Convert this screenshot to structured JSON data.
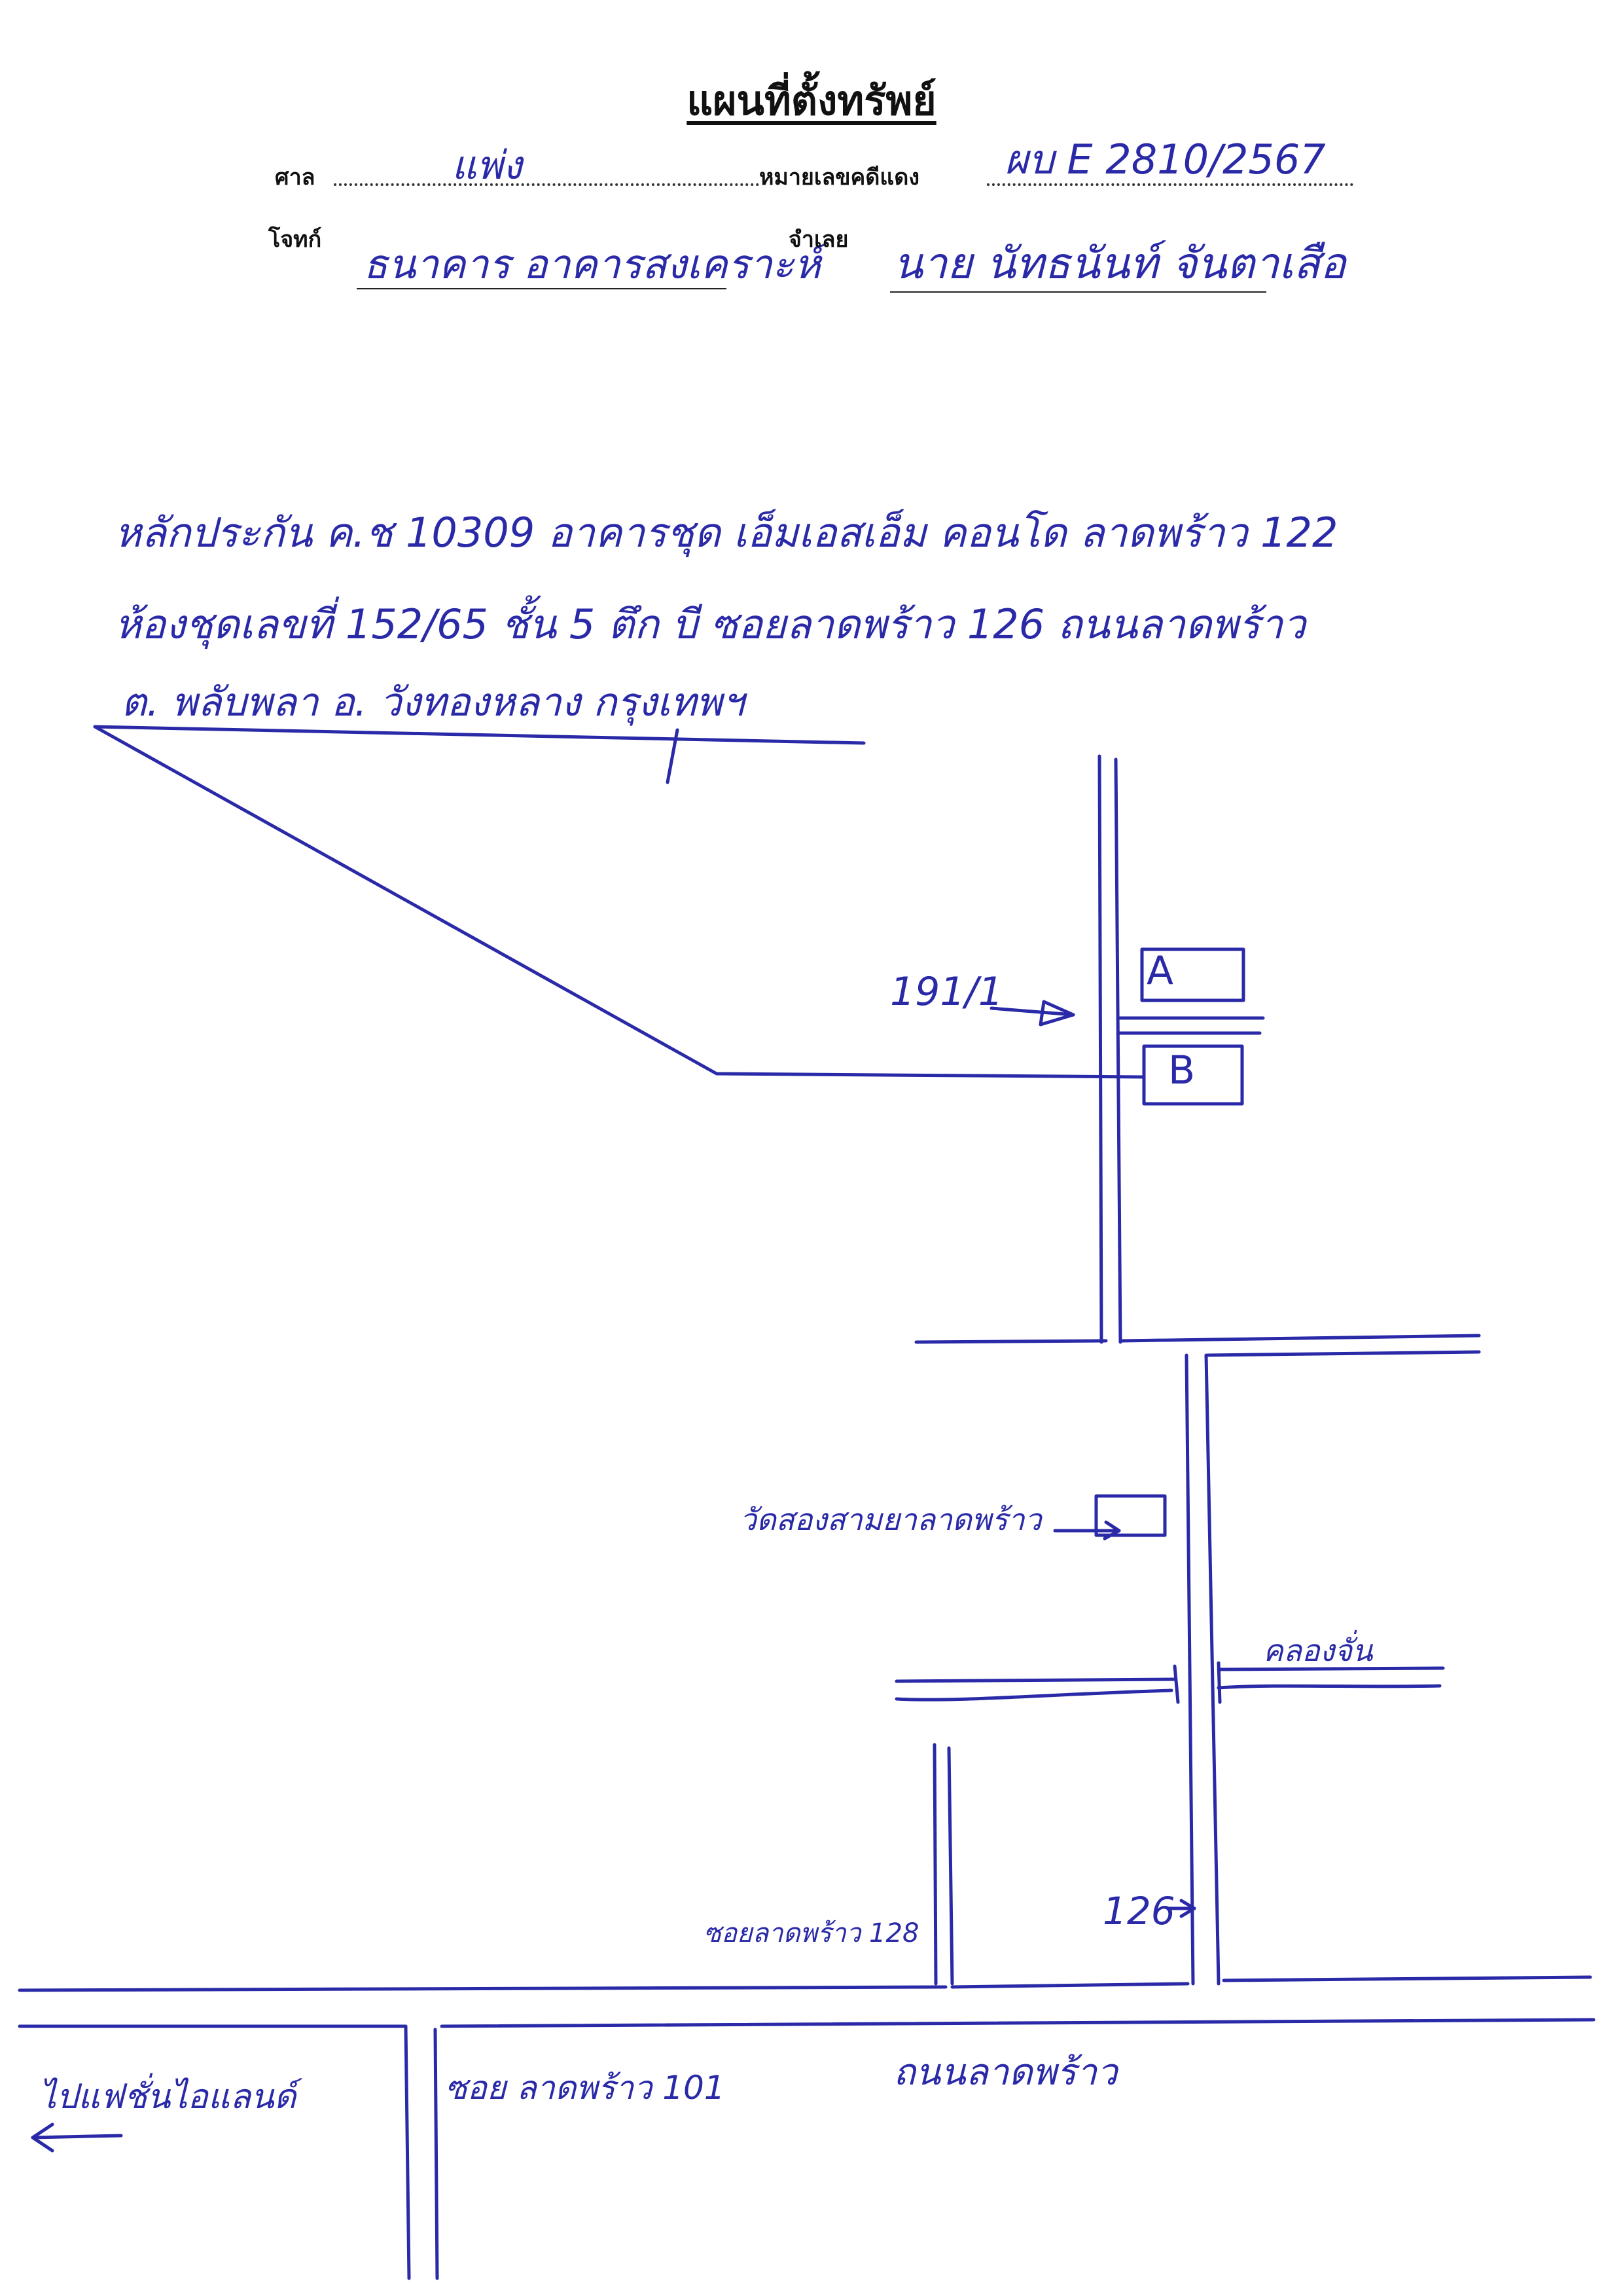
{
  "header": {
    "title": "แผนที่ตั้งทรัพย์",
    "court_label": "ศาล",
    "court_value": "แพ่ง",
    "case_no_label": "หมายเลขคดีแดง",
    "case_no_value": "ผบ E 2810/2567",
    "plaintiff_label": "โจทก์",
    "plaintiff_value": "ธนาคาร อาคารสงเคราะห์",
    "defendant_label": "จำเลย",
    "defendant_value": "นาย นัทธนันท์ จันตาเสือ"
  },
  "property": {
    "line1": "หลักประกัน ค.ช 10309 อาคารชุด เอ็มเอสเอ็ม คอนโด ลาดพร้าว 122",
    "line2": "ห้องชุดเลขที่ 152/65 ชั้น 5 ตึก บี ซอยลาดพร้าว 126 ถนนลาดพร้าว",
    "line3": "ต. พลับพลา อ. วังทองหลาง กรุงเทพฯ"
  },
  "map": {
    "house_no": "191/1",
    "building_a": "A",
    "building_b": "B",
    "temple_label": "วัดสองสามยาลาดพร้าว",
    "canal_label": "คลองจั่น",
    "soi_128": "ซอยลาดพร้าว 128",
    "soi_126": "126",
    "soi_101": "ซอย ลาดพร้าว 101",
    "main_road": "ถนนลาดพร้าว",
    "to_fashion_island": "ไปแฟชั่นไอแลนด์"
  },
  "colors": {
    "ink": "#2a2aa8",
    "print": "#111111"
  }
}
